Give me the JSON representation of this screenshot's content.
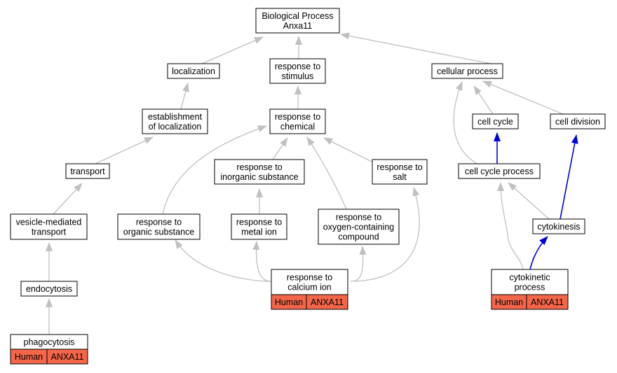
{
  "nodes": {
    "root": [
      "Biological Process",
      "Anxa11"
    ],
    "localization": [
      "localization"
    ],
    "response_to_stimulus": [
      "response to",
      "stimulus"
    ],
    "cellular_process": [
      "cellular process"
    ],
    "establishment_of_localization": [
      "establishment",
      "of localization"
    ],
    "response_to_chemical": [
      "response to",
      "chemical"
    ],
    "cell_cycle": [
      "cell cycle"
    ],
    "cell_division": [
      "cell division"
    ],
    "transport": [
      "transport"
    ],
    "response_to_inorganic_substance": [
      "response to",
      "inorganic substance"
    ],
    "response_to_salt": [
      "response to",
      "salt"
    ],
    "cell_cycle_process": [
      "cell cycle process"
    ],
    "vesicle_mediated_transport": [
      "vesicle-mediated",
      "transport"
    ],
    "response_to_organic_substance": [
      "response to",
      "organic substance"
    ],
    "response_to_metal_ion": [
      "response to",
      "metal ion"
    ],
    "response_to_oxygen_containing_compound": [
      "response to",
      "oxygen-containing",
      "compound"
    ],
    "cytokinesis": [
      "cytokinesis"
    ],
    "endocytosis": [
      "endocytosis"
    ],
    "response_to_calcium_ion": [
      "response to",
      "calcium ion"
    ],
    "cytokinetic_process": [
      "cytokinetic",
      "process"
    ],
    "phagocytosis": [
      "phagocytosis"
    ]
  },
  "annotations": {
    "response_to_calcium_ion": [
      "Human",
      "ANXA11"
    ],
    "cytokinetic_process": [
      "Human",
      "ANXA11"
    ],
    "phagocytosis": [
      "Human",
      "ANXA11"
    ]
  },
  "colors": {
    "annotation_fill": "#f4664a",
    "edge_gray": "#c0c0c0",
    "edge_blue": "#0000e0"
  }
}
